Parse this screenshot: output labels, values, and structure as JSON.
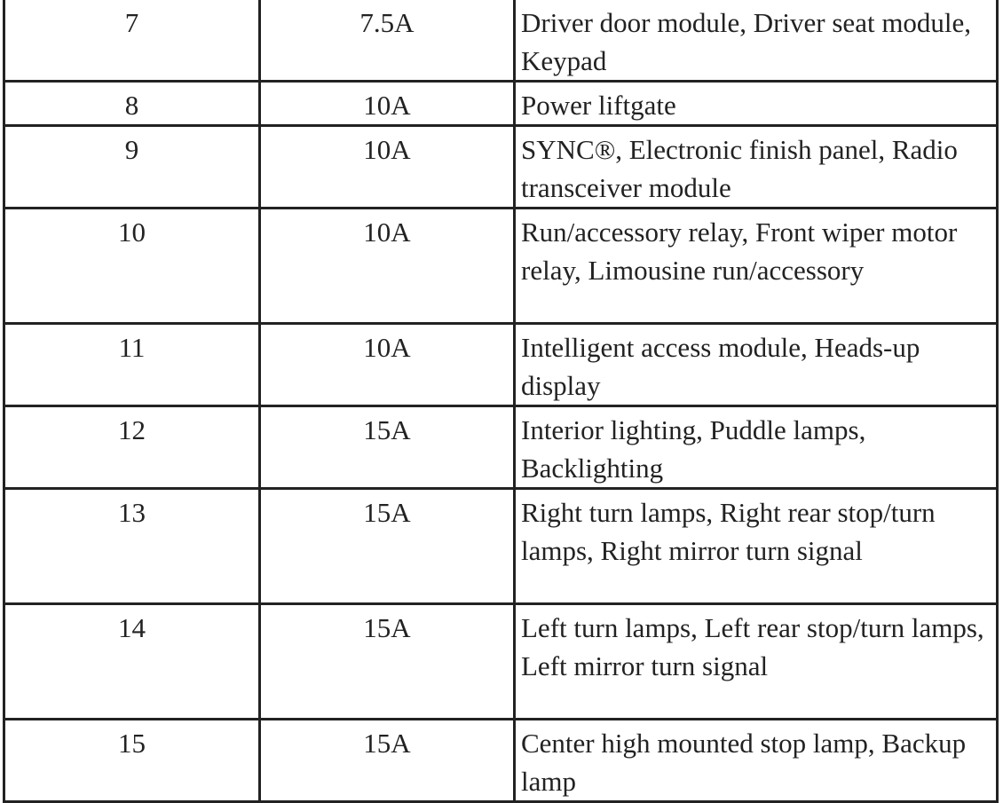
{
  "rows": [
    {
      "fuse": "7",
      "rating": "7.5A",
      "circuits": "Driver door module, Driver seat module, Keypad"
    },
    {
      "fuse": "8",
      "rating": "10A",
      "circuits": "Power liftgate"
    },
    {
      "fuse": "9",
      "rating": "10A",
      "circuits": "SYNC®, Electronic finish panel, Radio transceiver module"
    },
    {
      "fuse": "10",
      "rating": "10A",
      "circuits": "Run/accessory relay, Front wiper motor relay, Limousine run/accessory"
    },
    {
      "fuse": "11",
      "rating": "10A",
      "circuits": "Intelligent access module, Heads-up display"
    },
    {
      "fuse": "12",
      "rating": "15A",
      "circuits": "Interior lighting, Puddle lamps, Backlighting"
    },
    {
      "fuse": "13",
      "rating": "15A",
      "circuits": "Right turn lamps, Right rear stop/turn lamps, Right mirror turn signal"
    },
    {
      "fuse": "14",
      "rating": "15A",
      "circuits": "Left turn lamps, Left rear stop/turn lamps, Left mirror turn signal"
    },
    {
      "fuse": "15",
      "rating": "15A",
      "circuits": "Center high mounted stop lamp, Backup lamp"
    }
  ]
}
